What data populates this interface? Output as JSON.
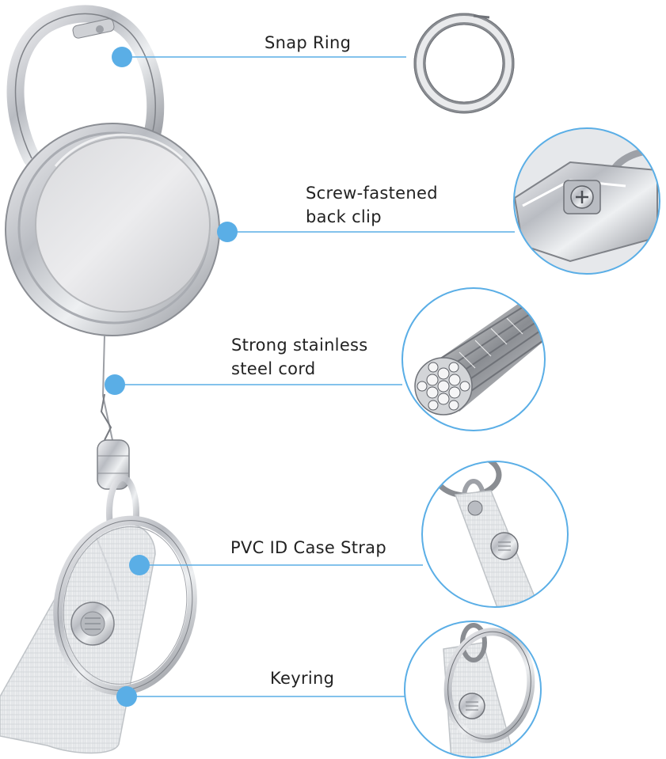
{
  "accent_color": "#5aaee6",
  "callouts": [
    {
      "id": "snap-ring",
      "lines": [
        "Snap Ring"
      ],
      "detail_icon": "snap-ring-icon"
    },
    {
      "id": "back-clip",
      "lines": [
        "Screw-fastened",
        "back clip"
      ],
      "detail_icon": "screw-clip-icon"
    },
    {
      "id": "steel-cord",
      "lines": [
        "Strong stainless",
        "steel cord"
      ],
      "detail_icon": "wire-rope-icon"
    },
    {
      "id": "pvc-strap",
      "lines": [
        "PVC ID Case Strap"
      ],
      "detail_icon": "strap-icon"
    },
    {
      "id": "keyring",
      "lines": [
        "Keyring"
      ],
      "detail_icon": "keyring-icon"
    }
  ]
}
